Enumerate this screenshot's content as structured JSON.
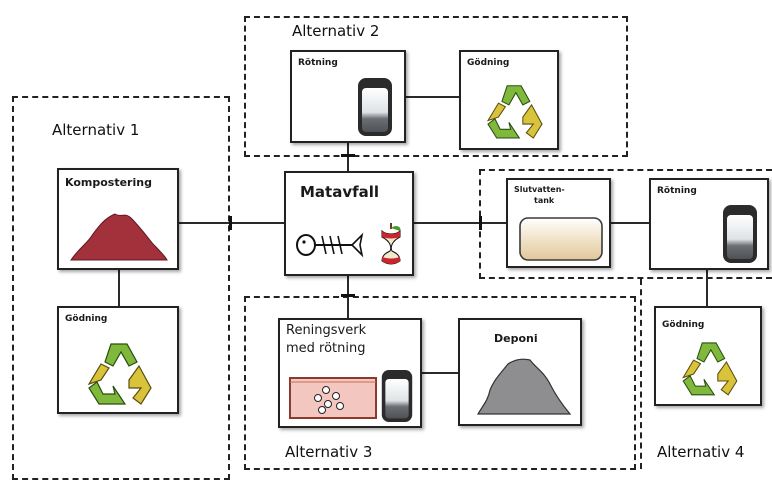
{
  "groups": {
    "alt1": "Alternativ 1",
    "alt2": "Alternativ 2",
    "alt3": "Alternativ 3",
    "alt4": "Alternativ 4"
  },
  "nodes": {
    "matavfall": "Matavfall",
    "kompostering": "Kompostering",
    "godning_1": "Gödning",
    "rotning_2": "Rötning",
    "godning_2": "Gödning",
    "reningsverk_line1": "Reningsverk",
    "reningsverk_line2": "med rötning",
    "deponi": "Deponi",
    "slutvattentank_line1": "Slutvatten-",
    "slutvattentank_line2": "tank",
    "rotning_4": "Rötning",
    "godning_4": "Gödning"
  },
  "colors": {
    "compost_pile": "#a3313c",
    "landfill_pile": "#8e8e90",
    "recycle_green": "#7fb83a",
    "recycle_yellow": "#d8c33a",
    "tank_dark": "#2b2b2b",
    "tank_sludge": "#6b6f73",
    "basin_fill": "#f3c7bf"
  }
}
